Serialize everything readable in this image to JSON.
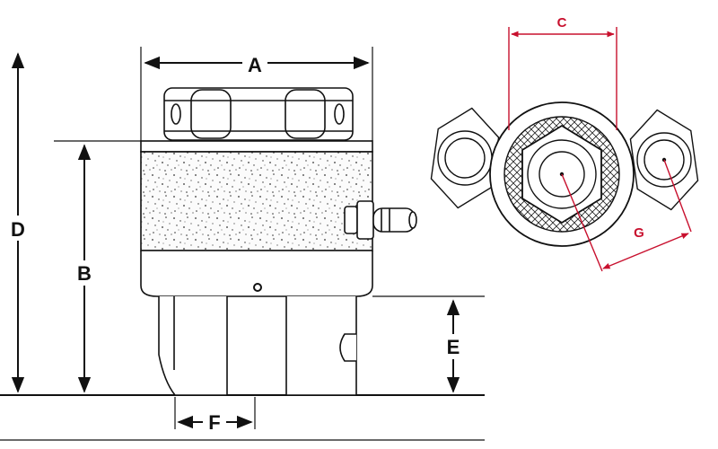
{
  "side_view": {
    "dimension_labels": {
      "A": "A",
      "B": "B",
      "D": "D",
      "E": "E",
      "F": "F"
    }
  },
  "top_view": {
    "dimension_labels": {
      "C": "C",
      "G": "G"
    },
    "accent_color": "#c8102e"
  },
  "colors": {
    "line": "#111111",
    "background": "#ffffff"
  }
}
